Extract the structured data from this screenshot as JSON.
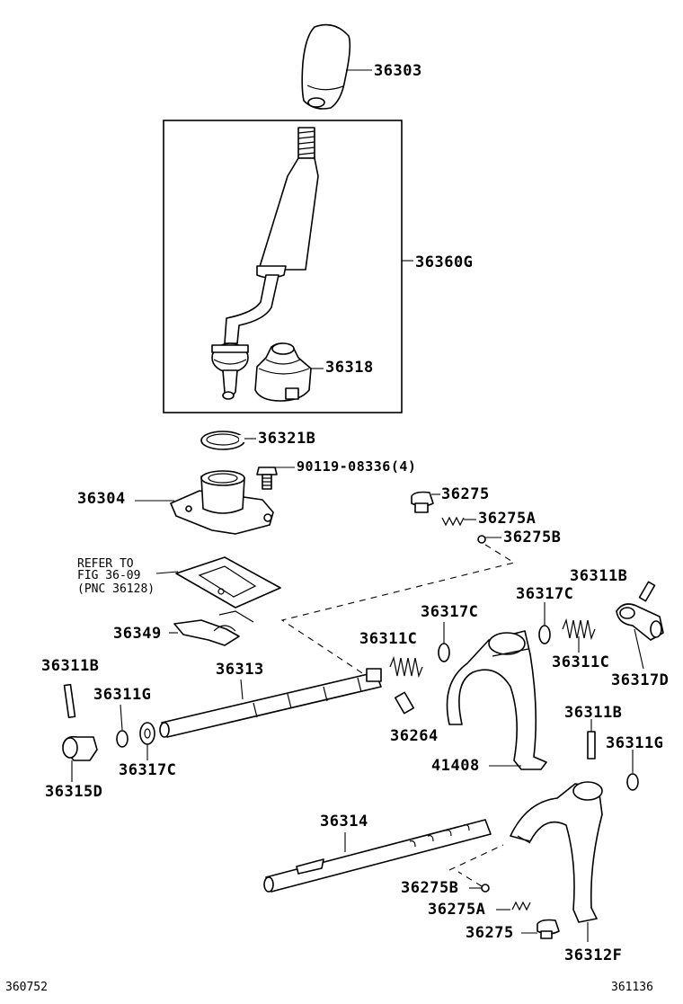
{
  "labels": {
    "knob": "36303",
    "lever_assy": "36360G",
    "boot": "36318",
    "snap_ring": "36321B",
    "bolt": "90119-08336(4)",
    "retainer": "36304",
    "plug_top": "36275",
    "spring_top": "36275A",
    "ball_top": "36275B",
    "pin_right": "36311B",
    "washer_mid": "36317C",
    "washer_right": "36317C",
    "spring_mid": "36311C",
    "spring_right": "36311C",
    "lever_right": "36317D",
    "plate": "36349",
    "pin_left": "36311B",
    "shaft_upper": "36313",
    "ring_left": "36311G",
    "washer_left": "36317C",
    "head_left": "36315D",
    "pin_small": "36264",
    "fork_upper": "41408",
    "pin_lower": "36311B",
    "ring_right": "36311G",
    "shaft_lower": "36314",
    "ball_bottom": "36275B",
    "spring_bottom": "36275A",
    "plug_bottom": "36275",
    "fork_lower": "36312F"
  },
  "refer_note": {
    "line1": "REFER TO",
    "line2": "FIG  36-09",
    "line3": "(PNC 36128)"
  },
  "footer": {
    "left_code": "360752",
    "right_code": "361136"
  }
}
